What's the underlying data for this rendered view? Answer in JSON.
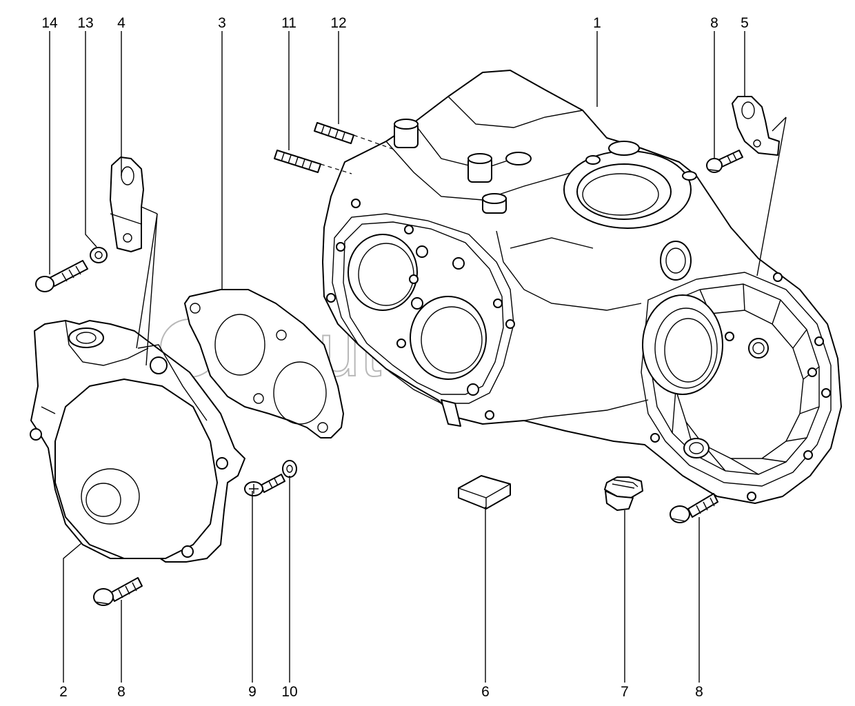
{
  "watermark": "autopiter.ru",
  "callouts": [
    {
      "id": "c14",
      "text": "14"
    },
    {
      "id": "c13",
      "text": "13"
    },
    {
      "id": "c4",
      "text": "4"
    },
    {
      "id": "c3",
      "text": "3"
    },
    {
      "id": "c11",
      "text": "11"
    },
    {
      "id": "c12",
      "text": "12"
    },
    {
      "id": "c1",
      "text": "1"
    },
    {
      "id": "c8a",
      "text": "8"
    },
    {
      "id": "c5",
      "text": "5"
    },
    {
      "id": "c2",
      "text": "2"
    },
    {
      "id": "c8b",
      "text": "8"
    },
    {
      "id": "c9",
      "text": "9"
    },
    {
      "id": "c10",
      "text": "10"
    },
    {
      "id": "c6",
      "text": "6"
    },
    {
      "id": "c7",
      "text": "7"
    },
    {
      "id": "c8c",
      "text": "8"
    }
  ]
}
